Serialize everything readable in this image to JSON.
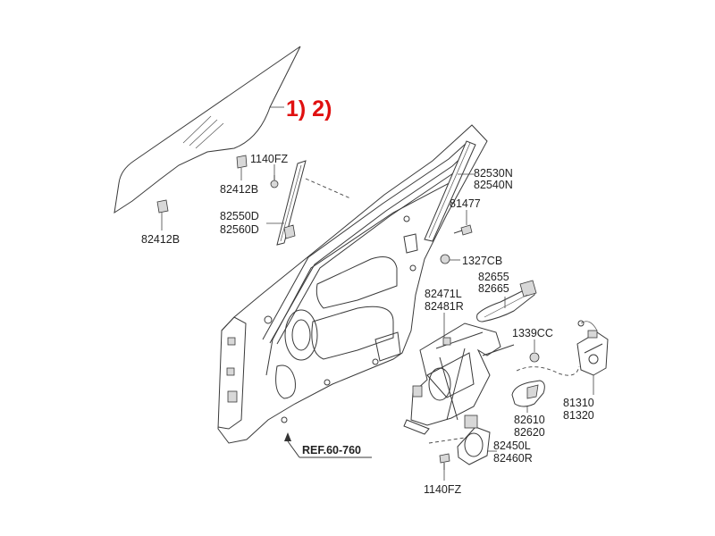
{
  "callout_text": "1) 2)",
  "reference_label": "REF.60-760",
  "parts": {
    "glass_clip_upper": "82412B",
    "glass_clip_lower": "82412B",
    "glass_bolt": "1140FZ",
    "channel_rear": [
      "82550D",
      "82560D"
    ],
    "outer_weatherstrip": [
      "82530N",
      "82540N"
    ],
    "bolt_81477": "81477",
    "nut_1327CB": "1327CB",
    "outside_handle": [
      "82655",
      "82665"
    ],
    "regulator": [
      "82471L",
      "82481R"
    ],
    "nut_1339CC": "1339CC",
    "inside_handle": [
      "82610",
      "82620"
    ],
    "latch": [
      "81310",
      "81320"
    ],
    "motor": [
      "82450L",
      "82460R"
    ],
    "regulator_bolt": "1140FZ"
  },
  "colors": {
    "callout": "#e01010",
    "line": "#3a3a3a"
  }
}
